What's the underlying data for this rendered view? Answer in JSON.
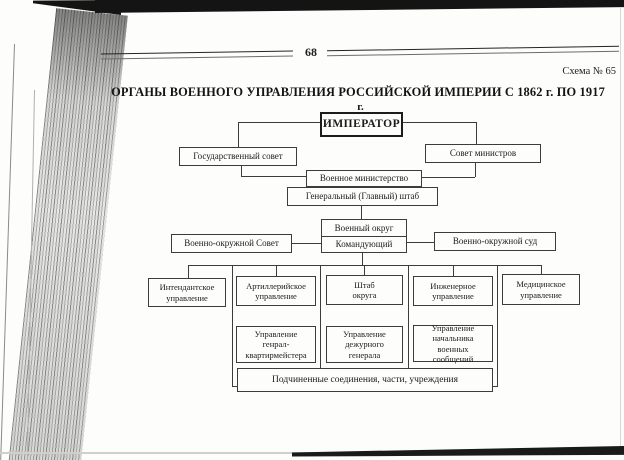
{
  "page": {
    "number": "68",
    "scheme_label": "Схема № 65",
    "title": "ОРГАНЫ ВОЕННОГО УПРАВЛЕНИЯ РОССИЙСКОЙ ИМПЕРИИ С 1862 г. ПО 1917",
    "title_overflow": "г."
  },
  "diagram": {
    "nodes": {
      "emperor": "ИМПЕРАТОР",
      "state_council": "Государственный совет",
      "council_of_ministers": "Совет министров",
      "war_ministry": "Военное министерство",
      "general_staff": "Генеральный (Главный) штаб",
      "military_district": "Военный округ",
      "commander": "Командующий",
      "district_council": "Военно-окружной Совет",
      "district_court": "Военно-окружной суд",
      "intendant": "Интендантское\nуправление",
      "artillery": "Артиллерийское\nуправление",
      "district_staff": "Штаб\nокруга",
      "engineering": "Инженерное\nуправление",
      "medical": "Медицинское\nуправление",
      "quartermaster": "Управление\nгенрал-\nквартирмейстера",
      "duty_general": "Управление\nдежурного\nгенерала",
      "military_comms": "Управление\nначальника военных\nсообщений",
      "subordinate_units": "Подчиненные соединения, части, учреждения"
    },
    "edges": [
      [
        "emperor",
        "state_council"
      ],
      [
        "emperor",
        "council_of_ministers"
      ],
      [
        "state_council",
        "war_ministry"
      ],
      [
        "council_of_ministers",
        "war_ministry"
      ],
      [
        "war_ministry",
        "general_staff"
      ],
      [
        "general_staff",
        "military_district"
      ],
      [
        "commander",
        "district_council"
      ],
      [
        "commander",
        "district_court"
      ],
      [
        "commander",
        "intendant"
      ],
      [
        "commander",
        "artillery"
      ],
      [
        "commander",
        "district_staff"
      ],
      [
        "commander",
        "engineering"
      ],
      [
        "commander",
        "medical"
      ],
      [
        "commander",
        "quartermaster"
      ],
      [
        "commander",
        "duty_general"
      ],
      [
        "commander",
        "military_comms"
      ],
      [
        "commander",
        "subordinate_units"
      ]
    ],
    "colors": {
      "line": "#3c3c3c",
      "ink": "#1b1b1b",
      "paper": "#fdfdfb",
      "scan_dark": "#141414"
    }
  }
}
